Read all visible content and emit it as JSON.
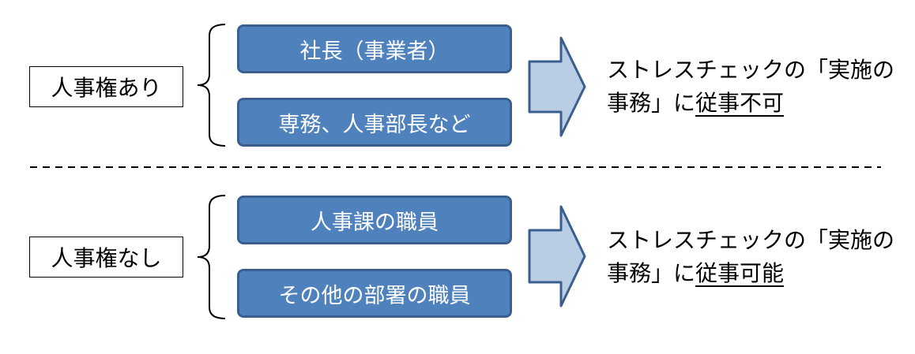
{
  "sections": [
    {
      "category": "人事権あり",
      "items": [
        "社長（事業者）",
        "専務、人事部長など"
      ],
      "outcome": {
        "line1": "ストレスチェックの「実施の",
        "line2_pre": "事務」に",
        "line2_emph": "従事不可"
      }
    },
    {
      "category": "人事権なし",
      "items": [
        "人事課の職員",
        "その他の部署の職員"
      ],
      "outcome": {
        "line1": "ストレスチェックの「実施の",
        "line2_pre": "事務」に",
        "line2_emph": "従事可能"
      }
    }
  ],
  "colors": {
    "pill_fill": "#4f81bd",
    "pill_border": "#3a5f8f",
    "arrow_fill": "#b9cde5",
    "arrow_border": "#3a5f8f"
  }
}
